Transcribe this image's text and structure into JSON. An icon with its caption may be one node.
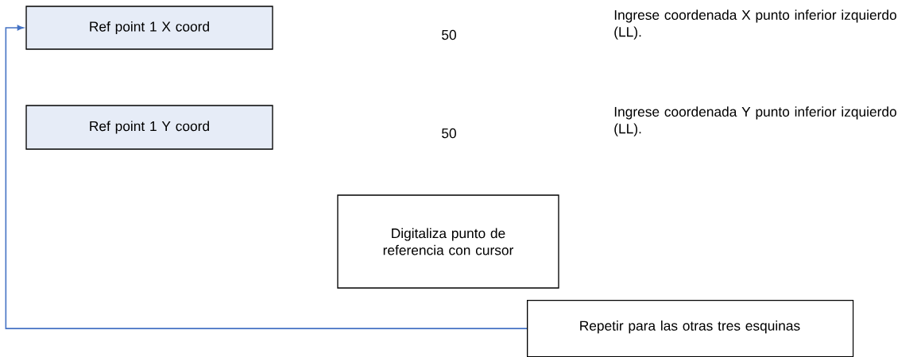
{
  "diagram": {
    "nodes": [
      {
        "text": [
          "Ref point 1 X coord"
        ]
      },
      {
        "text": [
          "Ref point 1 Y coord"
        ]
      },
      {
        "text": [
          "Digitaliza punto de referencia con cursor"
        ]
      },
      {
        "text": [
          "Repetir para las otras tres esquinas"
        ]
      }
    ],
    "edges": [
      {
        "from": 3,
        "to": 0,
        "arrow": "to",
        "color": "#4472c4"
      }
    ],
    "labels": [
      "50",
      "Ingrese coordenada X punto inferior izquierdo (LL).",
      "50",
      "Ingrese coordenada Y punto inferior izquierdo (LL)."
    ]
  }
}
